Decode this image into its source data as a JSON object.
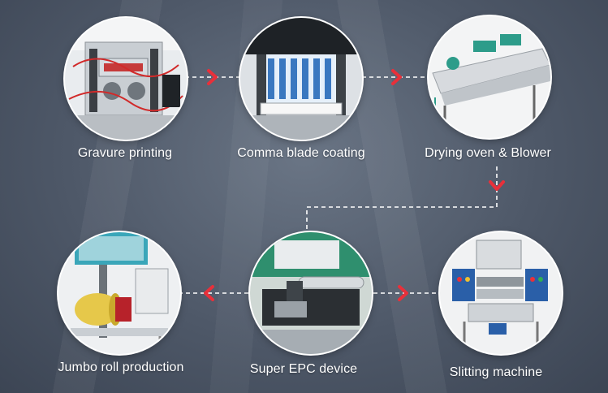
{
  "steps": [
    {
      "label": "Gravure printing",
      "icon": "gravure-printing-machine-photo"
    },
    {
      "label": "Comma blade coating",
      "icon": "comma-blade-coater-photo"
    },
    {
      "label": "Drying oven & Blower",
      "icon": "drying-oven-photo"
    },
    {
      "label": "Jumbo roll production",
      "icon": "jumbo-roll-machine-photo"
    },
    {
      "label": "Super EPC device",
      "icon": "epc-device-photo"
    },
    {
      "label": "Slitting machine",
      "icon": "slitting-machine-photo"
    }
  ],
  "colors": {
    "arrow": "#e8303a",
    "connector": "#ffffff",
    "background": "#525c6c"
  }
}
